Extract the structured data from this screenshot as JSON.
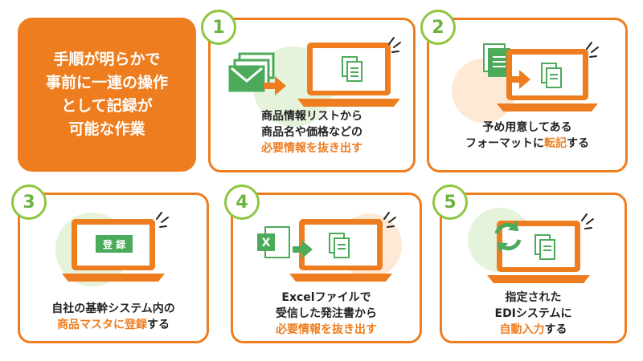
{
  "intro": {
    "lines": [
      "手順が明らかで",
      "事前に一連の操作",
      "として記録が",
      "可能な作業"
    ]
  },
  "steps": [
    {
      "number": "1",
      "lines": [
        [
          "商品情報リストから"
        ],
        [
          "商品名や価格などの"
        ],
        [
          {
            "hl": "必要情報を抜き出す"
          }
        ]
      ]
    },
    {
      "number": "2",
      "lines": [
        [
          "予め用意してある"
        ],
        [
          "フォーマットに",
          {
            "hl": "転記"
          },
          "する"
        ]
      ]
    },
    {
      "number": "3",
      "lines": [
        [
          "自社の基幹システム内の"
        ],
        [
          {
            "hl": "商品マスタに登録"
          },
          "する"
        ]
      ],
      "screen_label": "登 録"
    },
    {
      "number": "4",
      "lines": [
        [
          "Excelファイルで"
        ],
        [
          "受信した発注書から"
        ],
        [
          {
            "hl": "必要情報を抜き出す"
          }
        ]
      ],
      "excel_letter": "X"
    },
    {
      "number": "5",
      "lines": [
        [
          "指定された"
        ],
        [
          "EDIシステムに"
        ],
        [
          {
            "hl": "自動入力"
          },
          "する"
        ]
      ]
    }
  ],
  "colors": {
    "orange": "#ee7d1f",
    "green": "#8dc63f",
    "dark_green": "#4cab5a"
  }
}
